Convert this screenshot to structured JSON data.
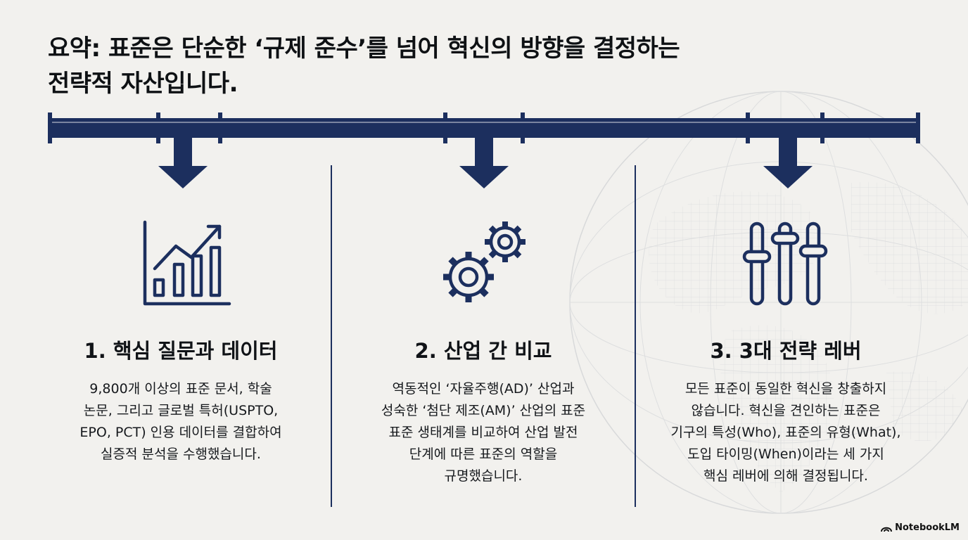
{
  "title": {
    "line1": "요약: 표준은 단순한 ‘규제 준수’를 넘어 혁신의 방향을 결정하는",
    "line2": "전략적 자산입니다."
  },
  "columns": [
    {
      "icon": "bar-chart-growth-icon",
      "heading": "1. 핵심 질문과 데이터",
      "lines": [
        "9,800개 이상의 표준 문서, 학술",
        "논문, 그리고 글로벌 특허(USPTO,",
        "EPO, PCT) 인용 데이터를 결합하여",
        "실증적 분석을 수행했습니다."
      ]
    },
    {
      "icon": "gears-icon",
      "heading": "2. 산업 간 비교",
      "lines": [
        "역동적인 ‘자율주행(AD)’ 산업과",
        "성숙한 ‘첨단 제조(AM)’ 산업의 표준",
        "표준 생태계를 비교하여 산업 발전",
        "단계에 따른 표준의 역할을",
        "규명했습니다."
      ]
    },
    {
      "icon": "sliders-icon",
      "heading": "3. 3대 전략 레버",
      "lines": [
        "모든 표준이 동일한 혁신을 창출하지",
        "않습니다. 혁신을 견인하는 표준은",
        "기구의 특성(Who), 표준의 유형(What),",
        "도입 타이밍(When)이라는 세 가지",
        "핵심 레버에 의해 결정됩니다."
      ]
    }
  ],
  "brand": "NotebookLM",
  "colors": {
    "navy": "#1c2f5e",
    "background": "#f2f1ee",
    "text": "#111418"
  }
}
